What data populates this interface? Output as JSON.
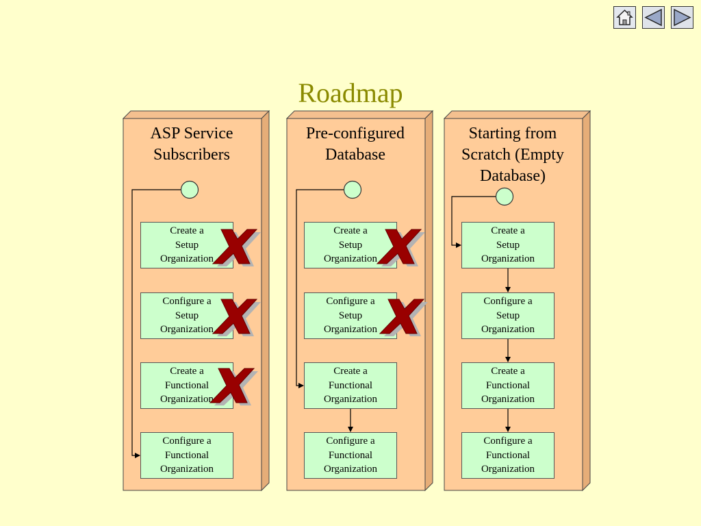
{
  "title": "Roadmap",
  "nav": {
    "home": "home-icon",
    "prev": "triangle-left-icon",
    "next": "triangle-right-icon"
  },
  "colors": {
    "title": "#8a8a00",
    "column_fill": "#ffcc99",
    "box_fill": "#ccffcc",
    "x_mark": "#990000"
  },
  "columns": [
    {
      "title": "ASP Service\nSubscribers",
      "steps": [
        {
          "label": "Create a\nSetup\nOrganization",
          "skipped": true
        },
        {
          "label": "Configure a\nSetup\nOrganization",
          "skipped": true
        },
        {
          "label": "Create a\nFunctional\nOrganization",
          "skipped": true
        },
        {
          "label": "Configure a\nFunctional\nOrganization",
          "skipped": false
        }
      ]
    },
    {
      "title": "Pre-configured\nDatabase",
      "steps": [
        {
          "label": "Create a\nSetup\nOrganization",
          "skipped": true
        },
        {
          "label": "Configure a\nSetup\nOrganization",
          "skipped": true
        },
        {
          "label": "Create a\nFunctional\nOrganization",
          "skipped": false
        },
        {
          "label": "Configure a\nFunctional\nOrganization",
          "skipped": false
        }
      ]
    },
    {
      "title": "Starting from\nScratch\n(Empty Database)",
      "steps": [
        {
          "label": "Create a\nSetup\nOrganization",
          "skipped": false
        },
        {
          "label": "Configure a\nSetup\nOrganization",
          "skipped": false
        },
        {
          "label": "Create a\nFunctional\nOrganization",
          "skipped": false
        },
        {
          "label": "Configure a\nFunctional\nOrganization",
          "skipped": false
        }
      ]
    }
  ]
}
